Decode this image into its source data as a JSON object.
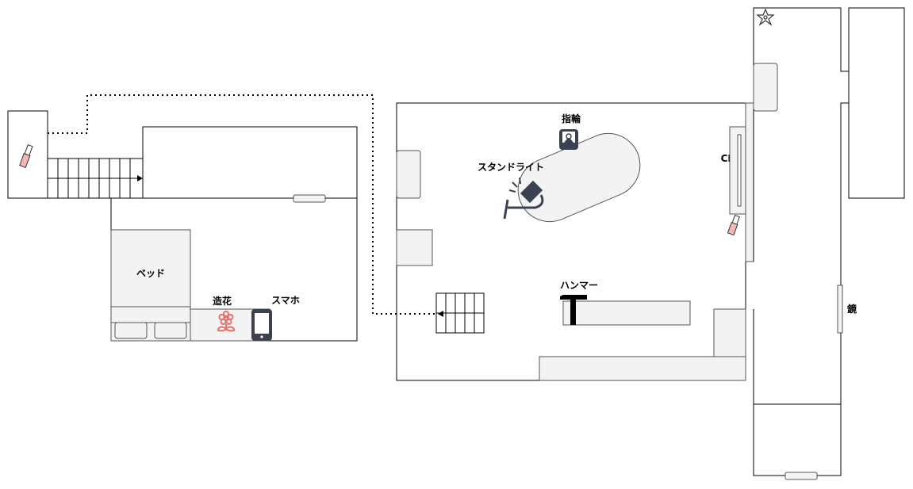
{
  "labels": {
    "bed": "ベッド",
    "artificial_flower": "造花",
    "smartphone": "スマホ",
    "ring": "指輪",
    "stand_light": "スタンドライト",
    "cd": "CD",
    "hammer": "ハンマー",
    "mirror": "鏡"
  },
  "icons": {
    "lipstick": "lipstick-icon",
    "flower": "flower-icon",
    "phone": "smartphone-icon",
    "ring": "ring-box-icon",
    "lamp": "desk-lamp-icon",
    "hammer": "hammer-icon",
    "star_flower": "lily-icon"
  },
  "colors": {
    "flower": "#e8706a",
    "lipstick": "#f2b8b8",
    "phone": "#3a4250",
    "furniture_fill": "#f3f3f3"
  }
}
